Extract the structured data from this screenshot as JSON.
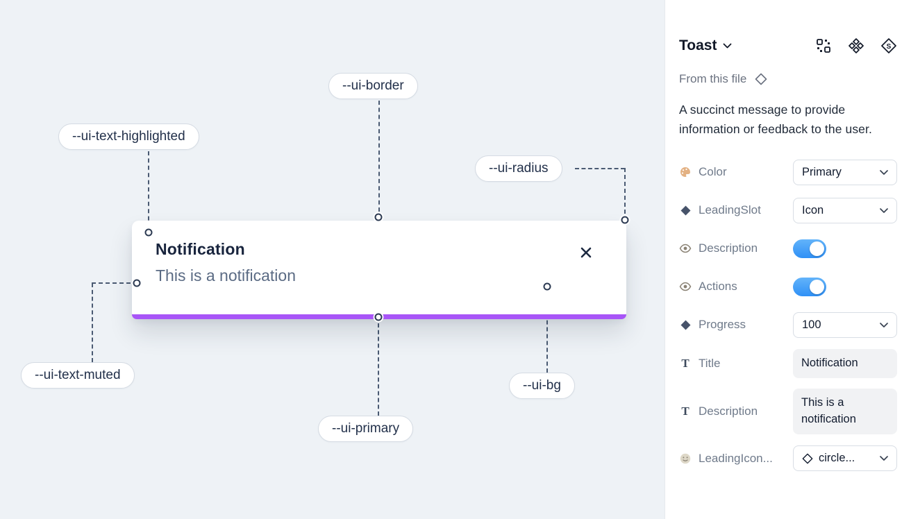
{
  "canvas": {
    "annotations": [
      {
        "id": "ui-border",
        "label": "--ui-border"
      },
      {
        "id": "ui-text-highlighted",
        "label": "--ui-text-highlighted"
      },
      {
        "id": "ui-radius",
        "label": "--ui-radius"
      },
      {
        "id": "ui-text-muted",
        "label": "--ui-text-muted"
      },
      {
        "id": "ui-primary",
        "label": "--ui-primary"
      },
      {
        "id": "ui-bg",
        "label": "--ui-bg"
      }
    ],
    "toast": {
      "title": "Notification",
      "description": "This is a notification",
      "progress_color": "#a855f7"
    }
  },
  "panel": {
    "title": "Toast",
    "source_label": "From this file",
    "description": "A succinct message to provide information or feedback to the user.",
    "accent_toggle_color": "#2f90f6",
    "properties": [
      {
        "label": "Color",
        "icon": "palette-icon",
        "control": "select",
        "value": "Primary"
      },
      {
        "label": "LeadingSlot",
        "icon": "diamond-icon",
        "control": "select",
        "value": "Icon"
      },
      {
        "label": "Description",
        "icon": "eye-icon",
        "control": "toggle",
        "value": "on"
      },
      {
        "label": "Actions",
        "icon": "eye-icon",
        "control": "toggle",
        "value": "on"
      },
      {
        "label": "Progress",
        "icon": "diamond-icon",
        "control": "select",
        "value": "100"
      },
      {
        "label": "Title",
        "icon": "text-icon",
        "control": "text",
        "value": "Notification"
      },
      {
        "label": "Description",
        "icon": "text-icon",
        "control": "text",
        "value": "This is a notification"
      },
      {
        "label": "LeadingIcon...",
        "icon": "smiley-icon",
        "control": "select",
        "value": "circle..."
      }
    ]
  }
}
